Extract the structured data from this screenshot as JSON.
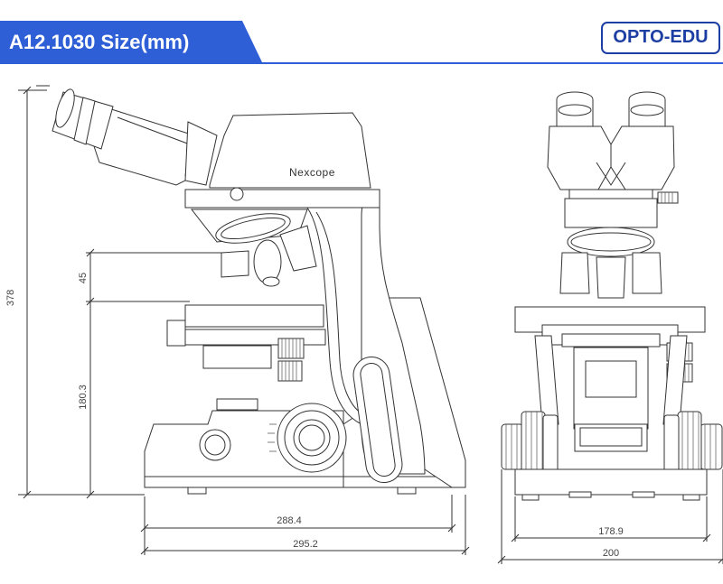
{
  "header": {
    "title": "A12.1030 Size(mm)",
    "banner_color": "#2f5fd6",
    "logo_text": "OPTO-EDU",
    "logo_color": "#1d3fa3"
  },
  "side_view": {
    "brand_label": "Nexcope",
    "dimensions": {
      "total_height": "378",
      "stage_to_objective": "45",
      "stage_height": "180.3",
      "base_depth": "288.4",
      "total_depth": "295.2"
    }
  },
  "front_view": {
    "dimensions": {
      "base_width": "178.9",
      "total_width": "200"
    }
  }
}
